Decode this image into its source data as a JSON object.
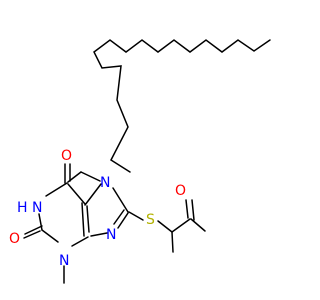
{
  "atoms": {
    "o_top": "O",
    "nh": "H",
    "n1": "N",
    "o_left": "O",
    "n3": "N",
    "n7": "N",
    "n9": "N",
    "s": "S",
    "o_ketone": "O"
  },
  "colors": {
    "bond": "#000000",
    "oxygen": "#ff0000",
    "nitrogen": "#0000ff",
    "sulfur": "#b2b200"
  }
}
